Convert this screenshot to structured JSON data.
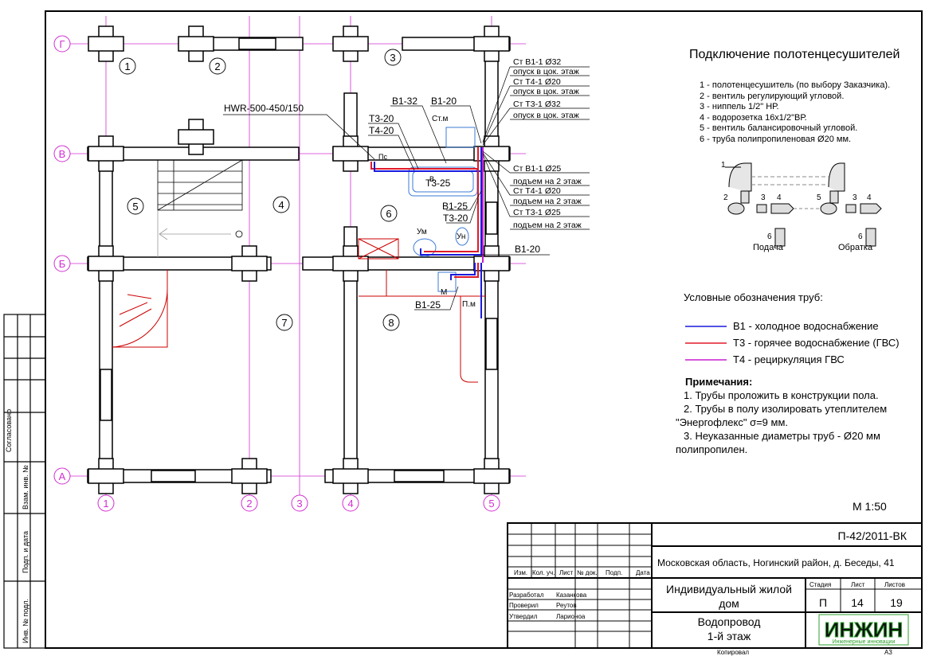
{
  "sheet": {
    "scale": "М 1:50",
    "copied": "Копировал",
    "format": "А3",
    "side_labels": [
      "Согласовано",
      "Взам. инв. №",
      "Подп. и дата",
      "Инв. № подл."
    ]
  },
  "plan": {
    "axes_letters": [
      "Г",
      "В",
      "Б",
      "А"
    ],
    "axes_numbers": [
      "1",
      "2",
      "3",
      "4",
      "5"
    ],
    "rooms": [
      "1",
      "2",
      "3",
      "4",
      "5",
      "6",
      "7",
      "8"
    ],
    "equipment_labels": {
      "hwr": "HWR-500-450/150",
      "ps": "Пс",
      "st_m": "Ст.м",
      "v": "В",
      "um": "Ум",
      "un": "Ун",
      "m": "М",
      "p_m": "П.м"
    },
    "pipe_labels": {
      "b1_32": "В1-32",
      "b1_20_top": "В1-20",
      "t3_20_a": "Т3-20",
      "t4_20": "Т4-20",
      "t3_25": "Т3-25",
      "b1_25_a": "В1-25",
      "t3_20_b": "Т3-20",
      "b1_20_mid": "В1-20",
      "b1_25_b": "В1-25"
    },
    "riser_notes": [
      "Ст В1-1 Ø32",
      "опуск в цок. этаж",
      "Ст Т4-1 Ø20",
      "опуск в цок. этаж",
      "Ст Т3-1 Ø32",
      "опуск в цок. этаж",
      "Ст В1-1 Ø25",
      "подъем на 2 этаж",
      "Ст Т4-1 Ø20",
      "подъем на 2 этаж",
      "Ст Т3-1 Ø25",
      "подъем на 2 этаж"
    ]
  },
  "detail": {
    "title": "Подключение полотенцесушителей",
    "items": [
      "1 - полотенцесушитель (по выбору Заказчика).",
      "2 - вентиль регулирующий угловой.",
      "3 - ниппель 1/2\" НР.",
      "4 - водорозетка 16х1/2\"ВР.",
      "5 - вентиль балансировочный угловой.",
      "6 - труба полипропиленовая Ø20 мм."
    ],
    "supply": "Подача",
    "return": "Обратка",
    "callouts": [
      "1",
      "2",
      "3",
      "4",
      "5",
      "3",
      "4",
      "6",
      "6"
    ]
  },
  "legend": {
    "title": "Условные обозначения  труб:",
    "entries": [
      {
        "label": "В1 - холодное водоснабжение",
        "color": "#1a1adc"
      },
      {
        "label": "Т3 - горячее водоснабжение (ГВС)",
        "color": "#e01a2a"
      },
      {
        "label": "Т4 - рециркуляция ГВС",
        "color": "#c81ecf"
      }
    ]
  },
  "notes": {
    "title": "Примечания:",
    "lines": [
      "1. Трубы проложить в конструкции пола.",
      "2. Трубы в полу изолировать утеплителем",
      "\"Энергофлекс\" σ=9 мм.",
      "3. Неуказанные диаметры труб - Ø20 мм",
      "полипропилен."
    ]
  },
  "title_block": {
    "code": "П-42/2011-ВК",
    "address": "Московская область, Ногинский район, д. Беседы, 41",
    "headers": [
      "Изм.",
      "Кол. уч.",
      "Лист",
      "№ док.",
      "Подп.",
      "Дата"
    ],
    "roles": [
      {
        "role": "Разработал",
        "name": "Казанкова"
      },
      {
        "role": "Проверил",
        "name": "Реутов"
      },
      {
        "role": "Утвердил",
        "name": "Ларионоа"
      }
    ],
    "object": [
      "Индивидуальный жилой",
      "дом"
    ],
    "sheet_title": [
      "Водопровод",
      "1-й этаж"
    ],
    "stage_label": "Стадия",
    "sheet_label": "Лист",
    "sheets_label": "Листов",
    "stage": "П",
    "sheet_no": "14",
    "sheets_total": "19",
    "logo_text": "ИНЖИН",
    "logo_sub": "Инженерные инновации"
  }
}
